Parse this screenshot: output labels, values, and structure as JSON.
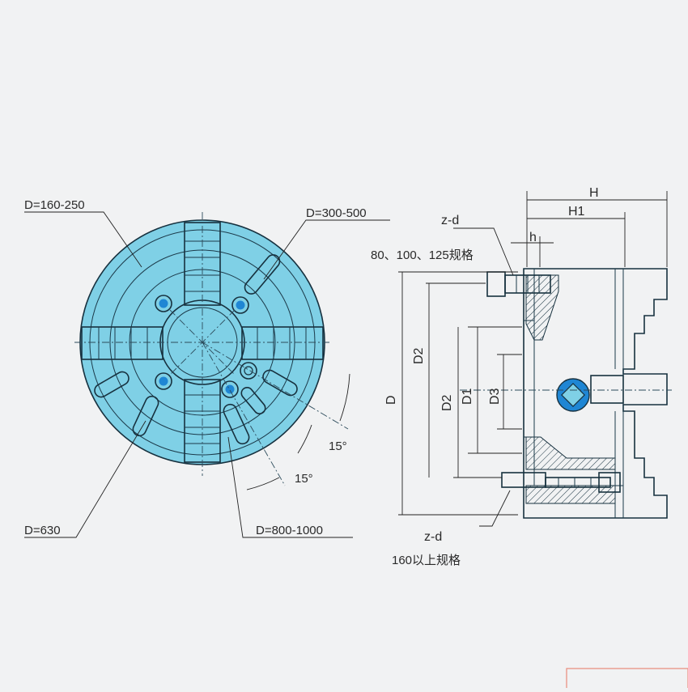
{
  "front_view": {
    "labels": {
      "d_small": "D=160-250",
      "d_mid": "D=300-500",
      "d_630": "D=630",
      "d_large": "D=800-1000",
      "angle_a": "15°",
      "angle_b": "15°"
    }
  },
  "side_view": {
    "labels": {
      "H": "H",
      "H1": "H1",
      "h": "h",
      "zd_top": "z-d",
      "spec_top": "80、100、125规格",
      "zd_bottom": "z-d",
      "spec_bottom": "160以上规格",
      "D": "D",
      "D2_upper": "D2",
      "D2_lower": "D2",
      "D1": "D1",
      "D3": "D3"
    }
  },
  "colors": {
    "body": "#7fd0e6",
    "hole": "#1f86d4",
    "ink": "#17313f",
    "paper": "#f1f2f3"
  }
}
